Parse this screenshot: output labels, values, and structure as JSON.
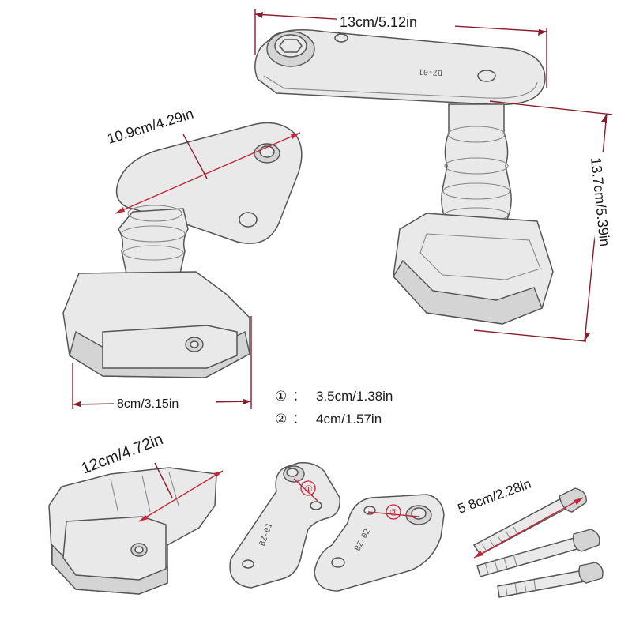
{
  "dimensions": {
    "top_width": "13cm/5.12in",
    "right_height": "13.7cm/5.39in",
    "upper_left_arm": "10.9cm/4.29in",
    "lower_left_base": "8cm/3.15in",
    "slider_length": "12cm/4.72in",
    "bolt_length": "5.8cm/2.28in"
  },
  "spacers": [
    {
      "marker": "①",
      "separator": "：",
      "value": "3.5cm/1.38in"
    },
    {
      "marker": "②",
      "separator": "：",
      "value": "4cm/1.57in"
    }
  ],
  "callouts": {
    "one": "①",
    "two": "②"
  },
  "stamps": {
    "top_bracket": "BZ-01",
    "left_bracket": "BZ-01",
    "right_bracket": "BZ-02"
  },
  "colors": {
    "dimension_line": "#8b1c2b",
    "callout": "#c0283a",
    "sketch": "#555555"
  }
}
